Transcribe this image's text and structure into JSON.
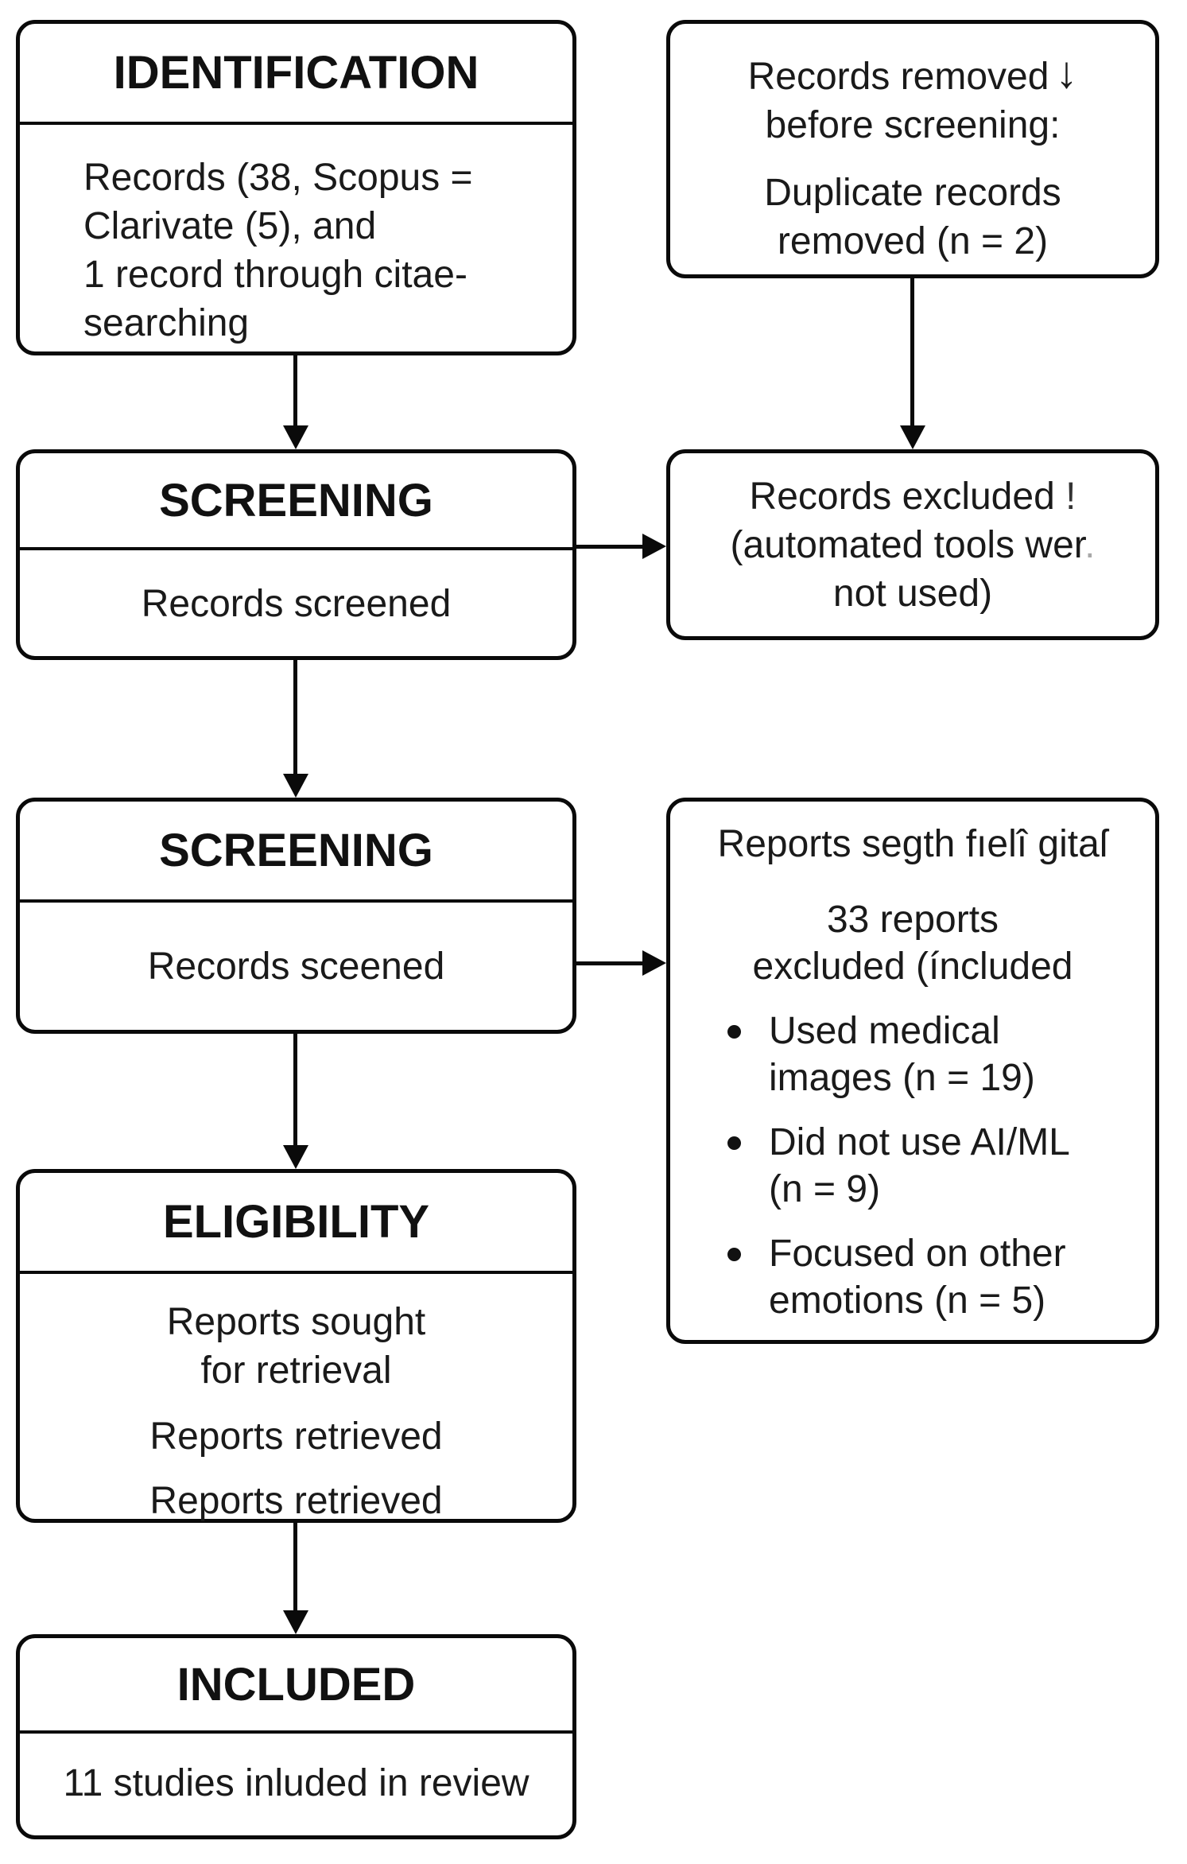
{
  "page": {
    "background": "#ffffff",
    "ink": "#0a0a0a"
  },
  "boxes": {
    "identification": {
      "header": "IDENTIFICATION",
      "line1": "Records (38, Scopus =",
      "line2": "Clarivate (5), and",
      "line3": "1 record through citae-",
      "line4": "searching"
    },
    "removed_before_screening": {
      "line1": "Records removed",
      "down_arrow_glyph": "↓",
      "line2": "before screening:",
      "line3": "Duplicate records",
      "line4": "removed (n = 2)"
    },
    "screening_1": {
      "header": "SCREENING",
      "body": "Records screened"
    },
    "records_excluded": {
      "line1": "Records excluded",
      "faint_mark_1": "!",
      "line2": "(automated tools wer",
      "faint_mark_2": ".",
      "line3": "not used)"
    },
    "screening_2": {
      "header": "SCREENING",
      "body": "Records sceened"
    },
    "reports_excluded": {
      "title": "Reports segth fıelî gitaſ",
      "count_line1": "33 reports",
      "count_line2": "excluded (íncluded",
      "bullets": [
        {
          "line1": "Used medical",
          "line2": "images (n = 19)"
        },
        {
          "line1": "Did not use AI/ML",
          "line2": "(n = 9)"
        },
        {
          "line1": "Focused on other",
          "line2": "emotions (n = 5)"
        }
      ]
    },
    "eligibility": {
      "header": "ELIGIBILITY",
      "line1": "Reports sought",
      "line2": "for retrieval",
      "line3": "Reports retrieved",
      "line4": "Reports retrieved"
    },
    "included": {
      "header": "INCLUDED",
      "body": "11 studies inluded in review"
    }
  }
}
